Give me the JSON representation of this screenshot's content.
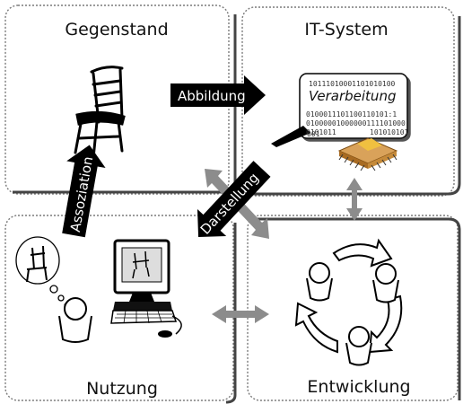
{
  "quadrants": {
    "gegenstand": "Gegenstand",
    "it_system": "IT-System",
    "nutzung": "Nutzung",
    "entwicklung": "Entwicklung"
  },
  "arrows": {
    "abbildung": "Abbildung",
    "assoziation": "Assoziation",
    "darstellung": "Darstellung"
  },
  "processing": {
    "label": "Verarbeitung",
    "binary_lines": [
      "10111010001101010100",
      "0100011101100110101:1",
      "01000001000000111101000",
      "0101011",
      "001"
    ],
    "binary_tail": [
      "101010101",
      "10101",
      ""
    ]
  },
  "colors": {
    "frame": "#6e6e6e",
    "arrow_black": "#000000",
    "arrow_gray": "#8c8c8c"
  }
}
